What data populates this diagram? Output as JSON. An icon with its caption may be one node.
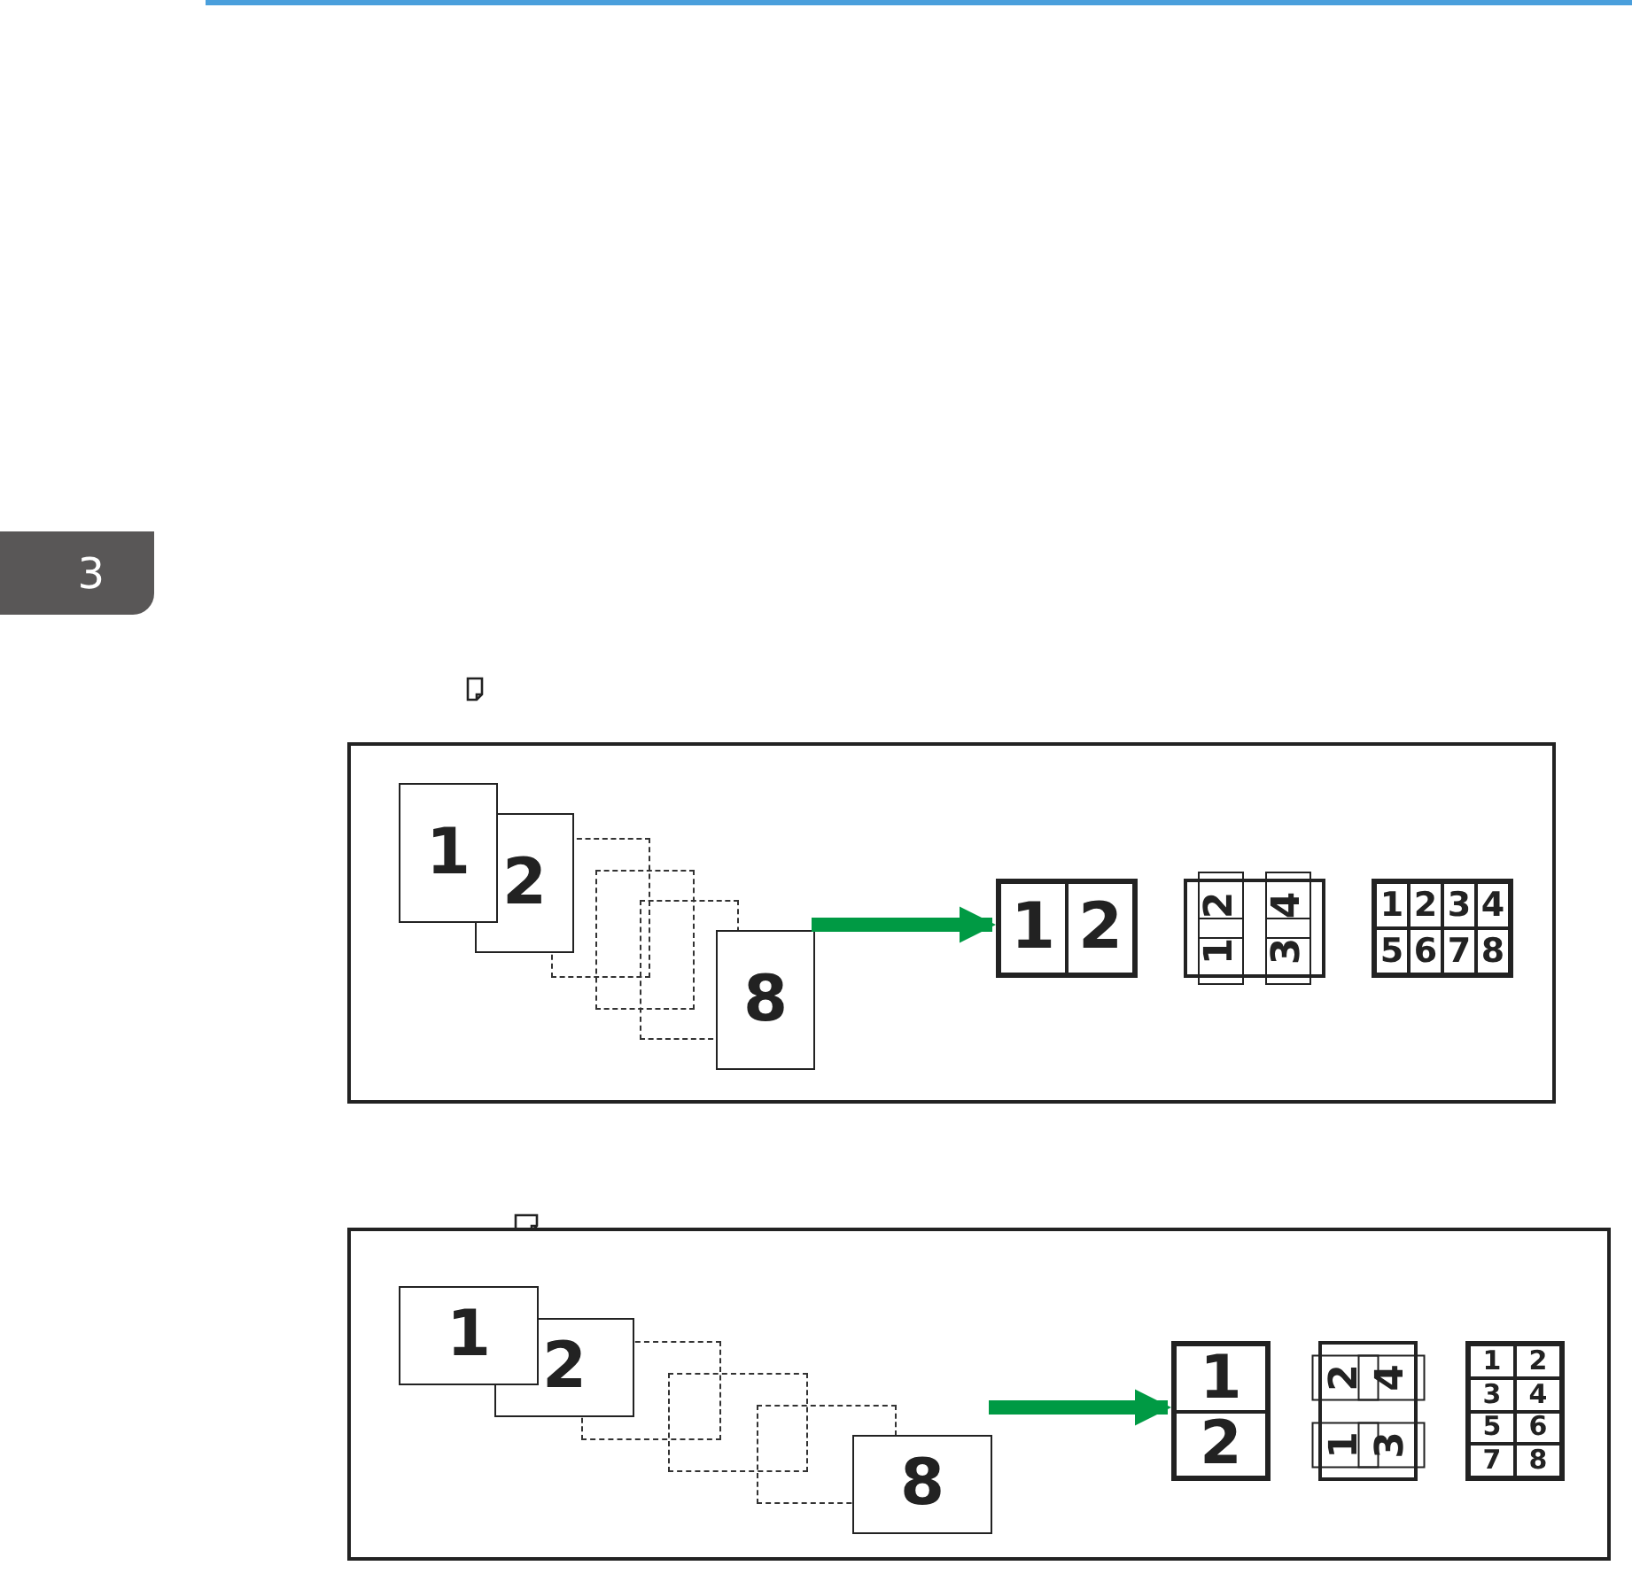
{
  "diagram": {
    "nodes": [
      {
        "text": [],
        "shape": "box"
      },
      {
        "text": [
          "1"
        ],
        "in": 0
      },
      {
        "text": [
          "2"
        ],
        "in": 0
      },
      {
        "text": [],
        "shape": "box",
        "in": 0
      },
      {
        "text": [],
        "shape": "box",
        "in": 0
      },
      {
        "text": [],
        "shape": "box",
        "in": 0
      },
      {
        "text": [
          "8"
        ],
        "in": 0
      },
      {
        "text": [
          "1",
          "2"
        ],
        "in": 0
      },
      {
        "text": [
          "2",
          "4",
          "1",
          "3"
        ],
        "in": 0
      },
      {
        "text": [
          "1",
          "2",
          "3",
          "4",
          "5",
          "6",
          "7",
          "8"
        ],
        "in": 0
      },
      {
        "text": [],
        "shape": "box"
      },
      {
        "text": [
          "1"
        ],
        "in": 10
      },
      {
        "text": [
          "2"
        ],
        "in": 10
      },
      {
        "text": [],
        "shape": "box",
        "in": 10
      },
      {
        "text": [],
        "shape": "box",
        "in": 10
      },
      {
        "text": [],
        "shape": "box",
        "in": 10
      },
      {
        "text": [
          "8"
        ],
        "in": 10
      },
      {
        "text": [
          "1",
          "2"
        ],
        "in": 10
      },
      {
        "text": [
          "2",
          "4",
          "1",
          "3"
        ],
        "in": 10
      },
      {
        "text": [
          "1",
          "2",
          "3",
          "4",
          "5",
          "6",
          "7",
          "8"
        ],
        "in": 10
      }
    ],
    "edges": [
      {
        "from": 6,
        "to": 7,
        "arrow": "to"
      },
      {
        "from": 16,
        "to": 17,
        "arrow": "to"
      }
    ],
    "labels": [
      "3"
    ]
  }
}
